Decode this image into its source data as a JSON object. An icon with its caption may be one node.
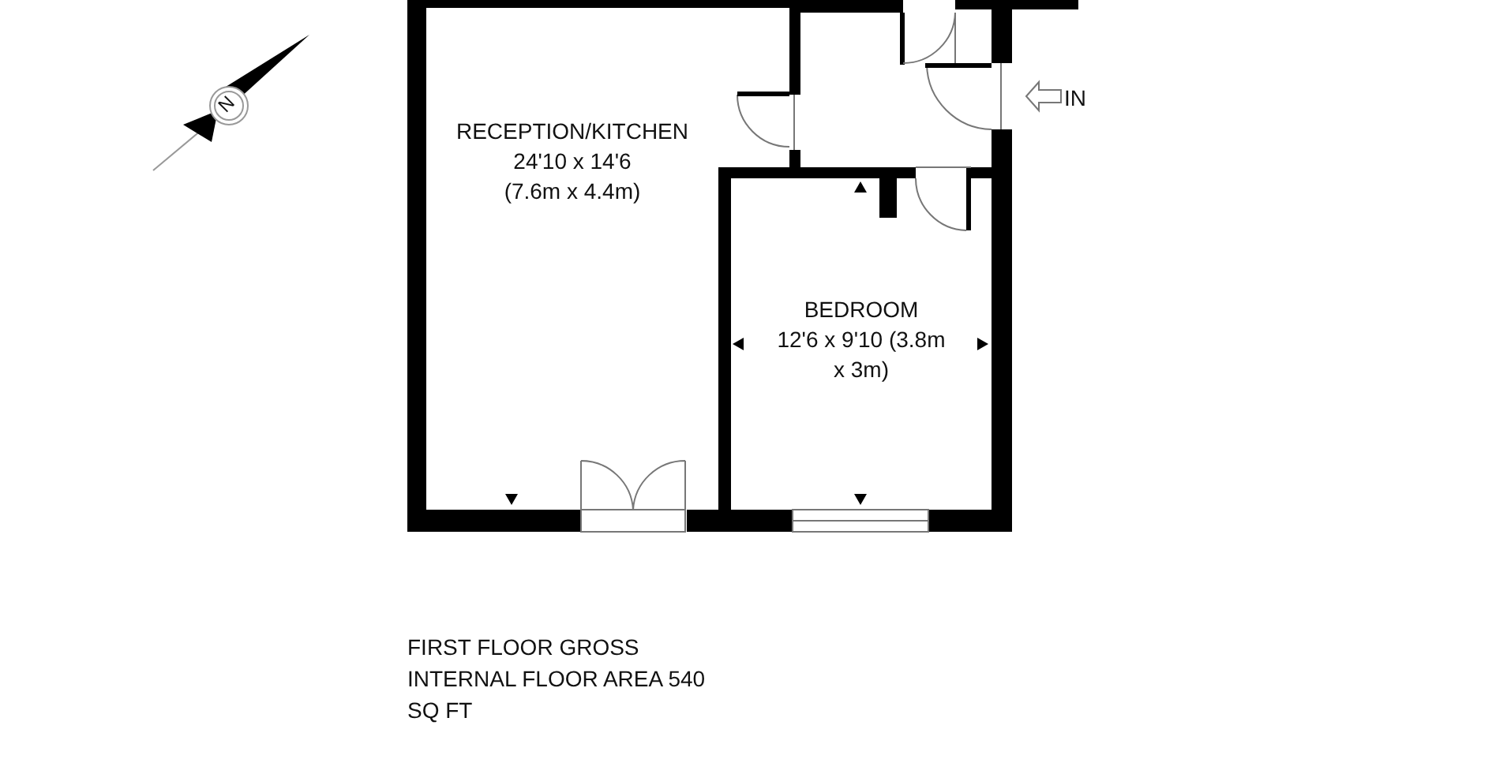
{
  "diagram": {
    "nodes": [
      {
        "text": [
          "RECEPTION/KITCHEN",
          "24'10 x 14'6 (7.6m x 4.4m)"
        ]
      },
      {
        "text": [
          "BEDROOM",
          "12'6 x 9'10 (3.8m x 3m)"
        ]
      }
    ],
    "labels": [
      "N",
      "IN",
      "FIRST FLOOR GROSS INTERNAL FLOOR AREA 540 SQ FT"
    ]
  }
}
